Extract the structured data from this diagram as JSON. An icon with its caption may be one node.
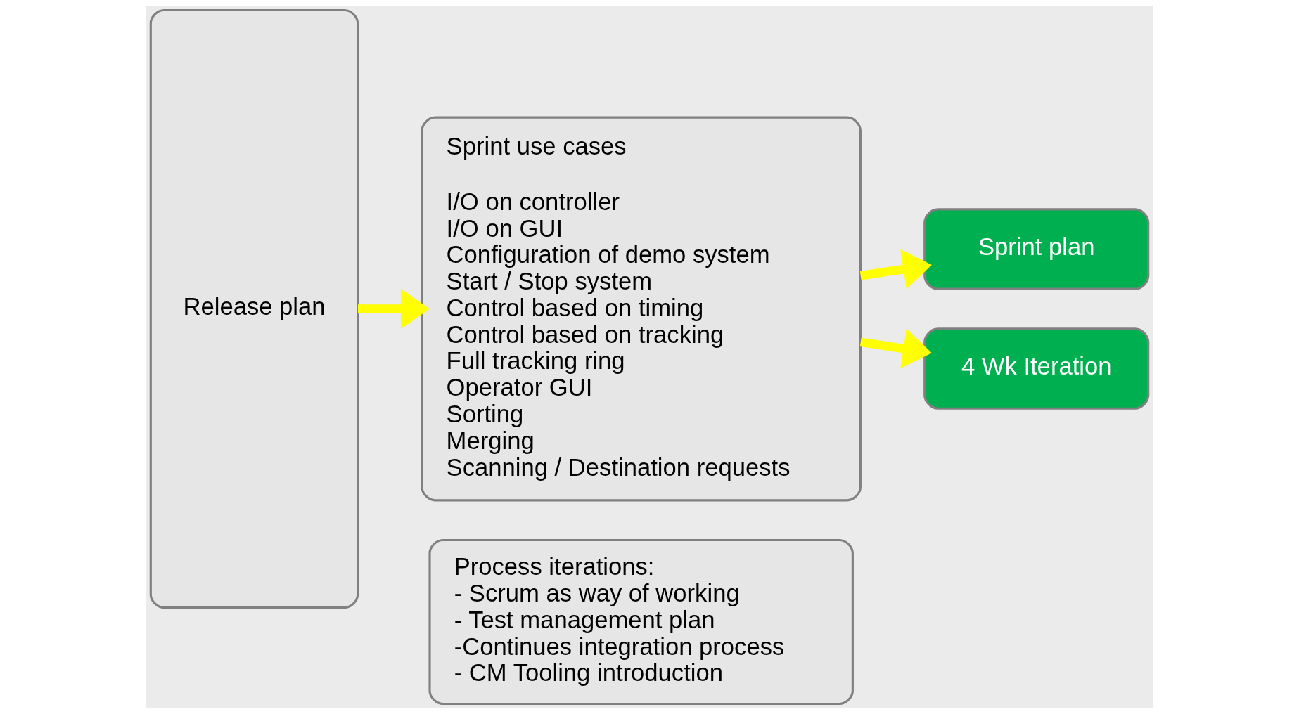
{
  "diagram": {
    "nodes": [
      {
        "text": [
          "Release plan"
        ]
      },
      {
        "text": [
          "Sprint use cases",
          "I/O on controller",
          "I/O on GUI",
          "Configuration of demo system",
          "Start / Stop system",
          "Control based on timing",
          "Control based on tracking",
          "Full tracking ring",
          "Operator GUI",
          "Sorting",
          "Merging",
          "Scanning / Destination requests"
        ]
      },
      {
        "text": [
          "Process iterations:",
          "- Scrum as way of working",
          "- Test management plan",
          "-Continues integration process",
          "- CM Tooling introduction"
        ]
      },
      {
        "text": [
          "Sprint plan"
        ]
      },
      {
        "text": [
          "4 Wk Iteration"
        ]
      }
    ],
    "edges": [
      {
        "from": 0,
        "to": 1,
        "arrow": "to",
        "color": "#ffff00"
      },
      {
        "from": 1,
        "to": 3,
        "arrow": "to",
        "color": "#ffff00"
      },
      {
        "from": 1,
        "to": 4,
        "arrow": "to",
        "color": "#ffff00"
      }
    ]
  }
}
